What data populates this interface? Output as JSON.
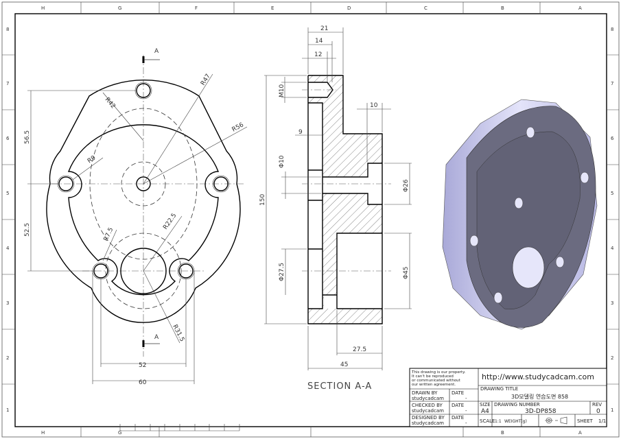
{
  "border": {
    "columns": [
      "H",
      "G",
      "F",
      "E",
      "D",
      "C",
      "B",
      "A"
    ],
    "rows": [
      "8",
      "7",
      "6",
      "5",
      "4",
      "3",
      "2",
      "1"
    ]
  },
  "front_view": {
    "section_mark": "A",
    "dims": {
      "top_height": "56.5",
      "bottom_height": "52.5",
      "r42": "R42",
      "r47": "R47",
      "r56": "R56",
      "r9": "R9",
      "r7_5": "R7.5",
      "r22_5": "R22.5",
      "r31_5": "R31.5",
      "w52": "52",
      "w60": "60"
    }
  },
  "section_view": {
    "title": "SECTION A-A",
    "dims": {
      "d21": "21",
      "d14": "14",
      "d12": "12",
      "m10": "M10",
      "d9": "9",
      "d10": "10",
      "h150": "150",
      "phi10": "Φ10",
      "phi26": "Φ26",
      "phi27_5": "Φ27.5",
      "phi45": "Φ45",
      "d27_5": "27.5",
      "d45": "45"
    }
  },
  "title_block": {
    "notice": [
      "This drawing is our property.",
      "It can't be reproduced",
      "or communicated without",
      "our written agreement."
    ],
    "url": "http://www.studycadcam.com",
    "drawn_by_label": "DRAWN BY",
    "drawn_by": "studycadcam",
    "checked_by_label": "CHECKED BY",
    "checked_by": "studycadcam",
    "designed_by_label": "DESIGNED BY",
    "designed_by": "studycadcam",
    "date_label": "DATE",
    "date_value": "-",
    "drawing_title_label": "DRAWING TITLE",
    "drawing_title": "3D모델링 연습도면 858",
    "size_label": "SIZE",
    "size": "A4",
    "drawing_number_label": "DRAWING NUMBER",
    "drawing_number": "3D-DP858",
    "rev_label": "REV",
    "rev": "0",
    "scale_label": "SCALE",
    "scale": "1:1",
    "weight_label": "WEIGHT(g)",
    "weight": "-",
    "projection_symbol": "- -",
    "sheet_label": "SHEET",
    "sheet": "1/1"
  },
  "colors": {
    "model_face": "#6b6b80",
    "model_side": "#c9c9ec",
    "model_light": "#e8e8fa"
  }
}
